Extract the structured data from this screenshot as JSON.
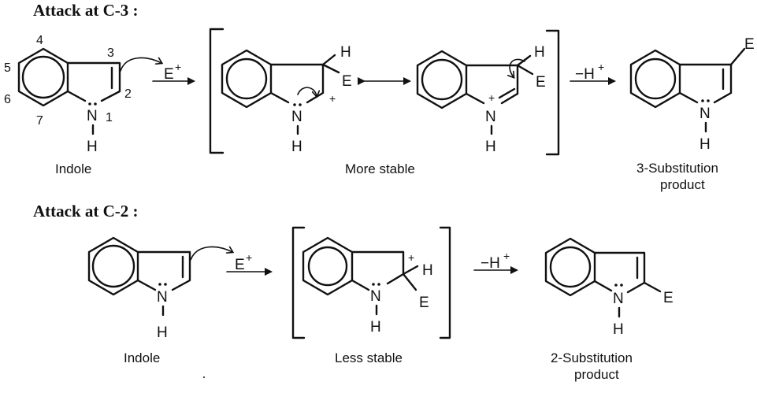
{
  "headings": {
    "c3": "Attack at C-3 :",
    "c2": "Attack at C-2 :"
  },
  "atoms": {
    "N": "N",
    "H": "H",
    "E": "E",
    "plus": "+"
  },
  "numbering": {
    "n1": "1",
    "n2": "2",
    "n3": "3",
    "n4": "4",
    "n5": "5",
    "n6": "6",
    "n7": "7"
  },
  "reagents": {
    "electrophile": "E",
    "electrophile_charge": "+",
    "deprotonation": "−H",
    "deprotonation_charge": "+"
  },
  "captions": {
    "indole_top": "Indole",
    "more_stable": "More stable",
    "product3_line1": "3-Substitution",
    "product3_line2": "product",
    "indole_bottom": "Indole",
    "less_stable": "Less stable",
    "product2_line1": "2-Substitution",
    "product2_line2": "product"
  }
}
